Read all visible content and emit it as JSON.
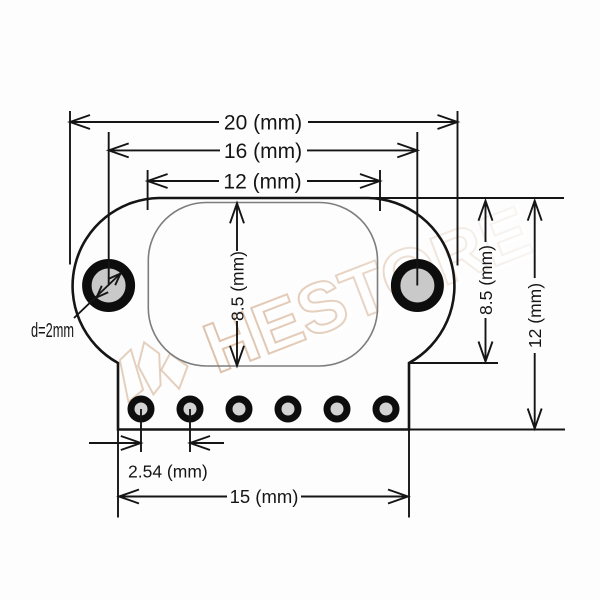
{
  "drawing": {
    "type": "pcb-module-dimension-drawing",
    "unit": "mm"
  },
  "watermark": {
    "text": "HESTORE",
    "tan": "#d2ab8c",
    "light": "#e7ddd4"
  },
  "dimensions": {
    "overall_width": {
      "label": "20 (mm)"
    },
    "hole_spacing": {
      "label": "16 (mm)"
    },
    "inner_width": {
      "label": "12 (mm)"
    },
    "inner_height": {
      "label": "8.5 (mm)"
    },
    "right_body_height": {
      "label": "8.5 (mm)"
    },
    "right_overall_height": {
      "label": "12 (mm)"
    },
    "pin_pitch": {
      "label": "2.54 (mm)"
    },
    "pin_row_width": {
      "label": "15 (mm)"
    },
    "hole_diameter": {
      "label": "d=2mm"
    }
  },
  "colors": {
    "line": "#151515",
    "inner_outline": "#7d7d7d",
    "hole_fill": "#c9c9c9",
    "pin_fill": "#d3d3d3",
    "background": "#fdfdfd"
  }
}
